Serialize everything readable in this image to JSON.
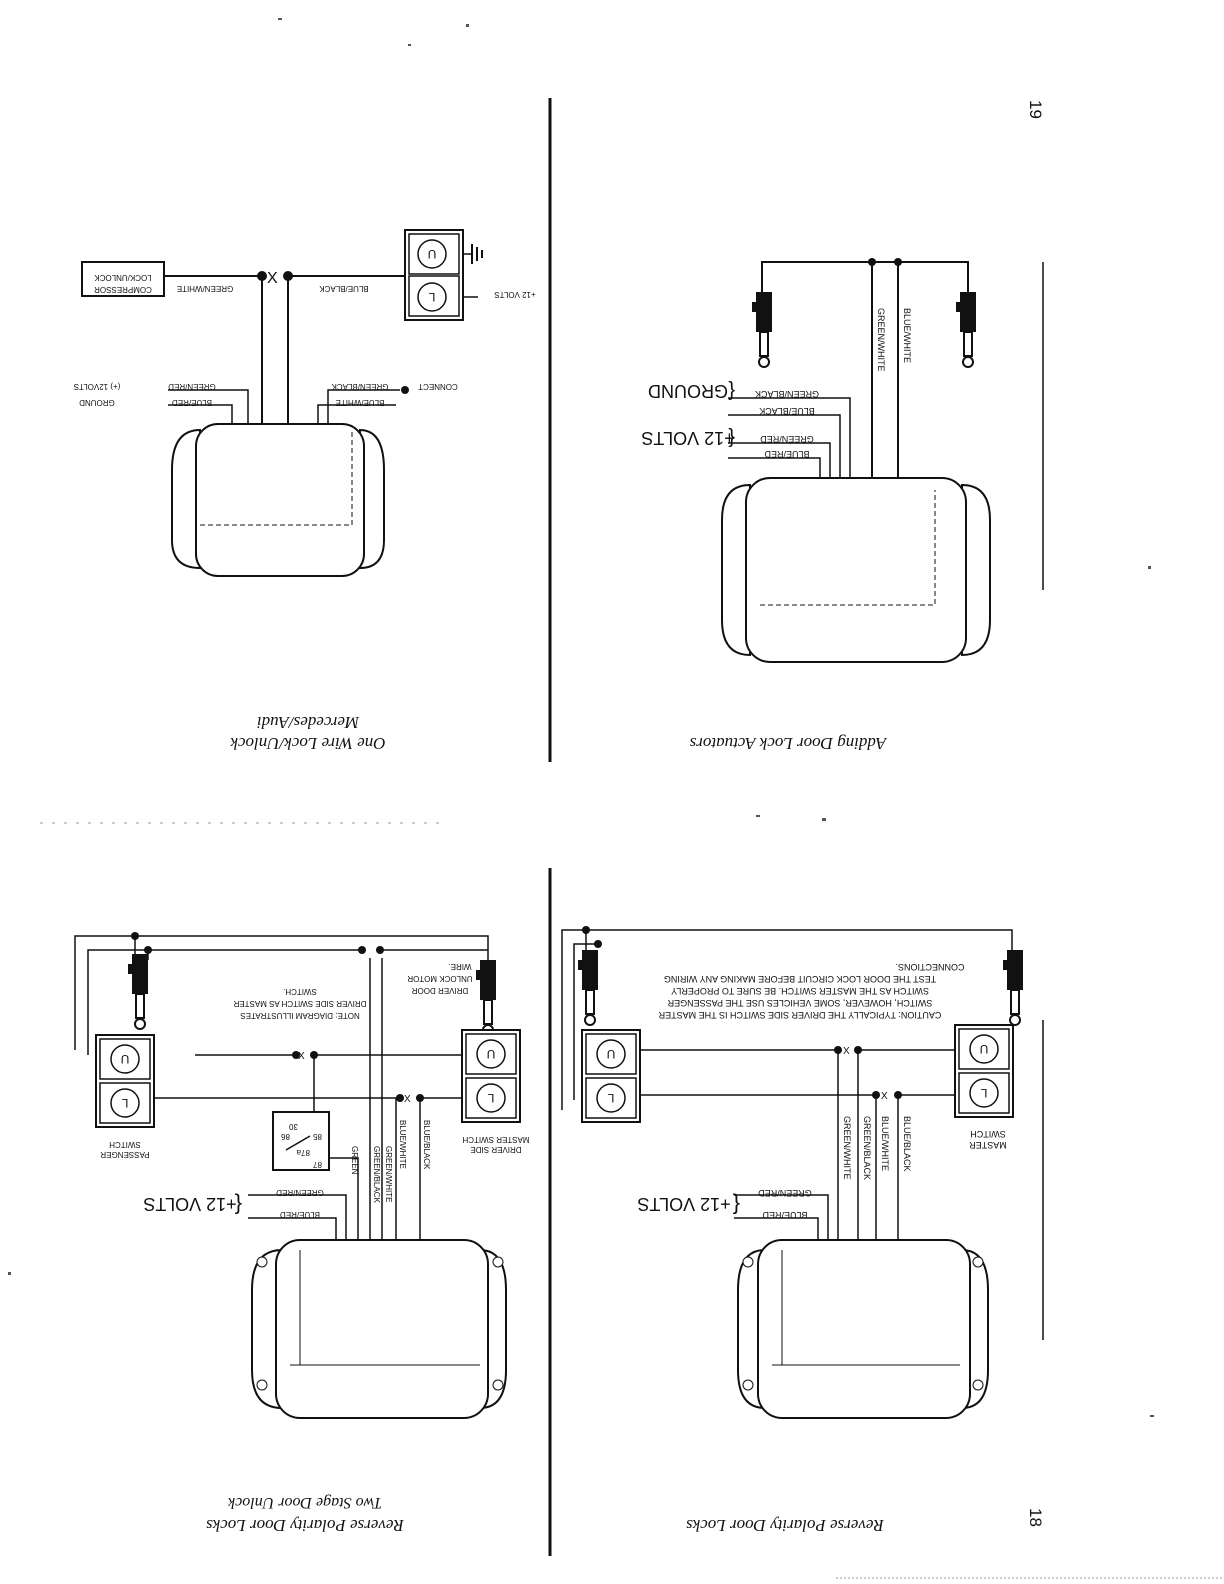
{
  "page_numbers": {
    "top": "19",
    "bottom": "18"
  },
  "panels": {
    "mercedes": {
      "title_line1": "One Wire Lock/Unlock",
      "title_line2": "Mercedes/Audi",
      "labels": {
        "compressor_line1": "LOCK/UNLOCK",
        "compressor_line2": "COMPRESSOR",
        "green_white": "GREEN/WHITE",
        "blue_black": "BLUE/BLACK",
        "plus12": "+12 VOLTS",
        "plus12_small": "(+) 12VOLTS",
        "ground": "GROUND",
        "green_red": "GREEN/RED",
        "blue_red": "BLUE/RED",
        "green_black": "GREEN/BLACK",
        "blue_white": "BLUE/WHITE",
        "connect": "CONNECT",
        "x": "X",
        "switch_u": "U",
        "switch_l": "L"
      }
    },
    "adding": {
      "title": "Adding Door Lock Actuators",
      "labels": {
        "ground": "GROUND",
        "plus12": "+12 VOLTS",
        "green_black": "GREEN/BLACK",
        "blue_black": "BLUE/BLACK",
        "green_red": "GREEN/RED",
        "blue_red": "BLUE/RED",
        "green_white": "GREEN/WHITE",
        "blue_white": "BLUE/WHITE"
      }
    },
    "two_stage": {
      "title_line1": "Reverse Polarity Door Locks",
      "title_line2": "Two Stage Door Unlock",
      "labels": {
        "plus12": "+12 VOLTS",
        "green_red": "GREEN/RED",
        "blue_red": "BLUE/RED",
        "green": "GREEN",
        "green_black": "GREEN/BLACK",
        "green_white": "GREEN/WHITE",
        "blue_white": "BLUE/WHITE",
        "blue_black": "BLUE/BLACK",
        "passenger_line1": "PASSENGER",
        "passenger_line2": "SWITCH",
        "driver_line1": "DRIVER SIDE",
        "driver_line2": "MASTER SWITCH",
        "note_line1": "NOTE: DIAGRAM ILLUSTRATES",
        "note_line2": "DRIVER SIDE SWITCH AS MASTER",
        "note_line3": "SWITCH.",
        "motor_line1": "DRIVER DOOR",
        "motor_line2": "UNLOCK MOTOR",
        "motor_line3": "WIRE.",
        "relay_30": "30",
        "relay_85": "85",
        "relay_86": "86",
        "relay_87": "87",
        "relay_87a": "87a",
        "x": "X",
        "switch_u": "U",
        "switch_l": "L"
      }
    },
    "reverse": {
      "title": "Reverse Polarity Door Locks",
      "labels": {
        "plus12": "+12 VOLTS",
        "green_red": "GREEN/RED",
        "blue_red": "BLUE/RED",
        "green_white": "GREEN/WHITE",
        "green_black": "GREEN/BLACK",
        "blue_white": "BLUE/WHITE",
        "blue_black": "BLUE/BLACK",
        "master_line1": "MASTER",
        "master_line2": "SWITCH",
        "caution_line1": "CAUTION: TYPICALLY THE DRIVER SIDE SWITCH IS THE MASTER",
        "caution_line2": "SWITCH, HOWEVER, SOME VEHICLES USE THE PASSENGER",
        "caution_line3": "SWITCH AS THE MASTER SWITCH. BE SURE TO PROPERLY",
        "caution_line4": "TEST THE DOOR LOCK CIRCUIT BEFORE MAKING ANY WIRING",
        "caution_line5": "CONNECTIONS.",
        "x": "X",
        "switch_u": "U",
        "switch_l": "L"
      }
    }
  }
}
